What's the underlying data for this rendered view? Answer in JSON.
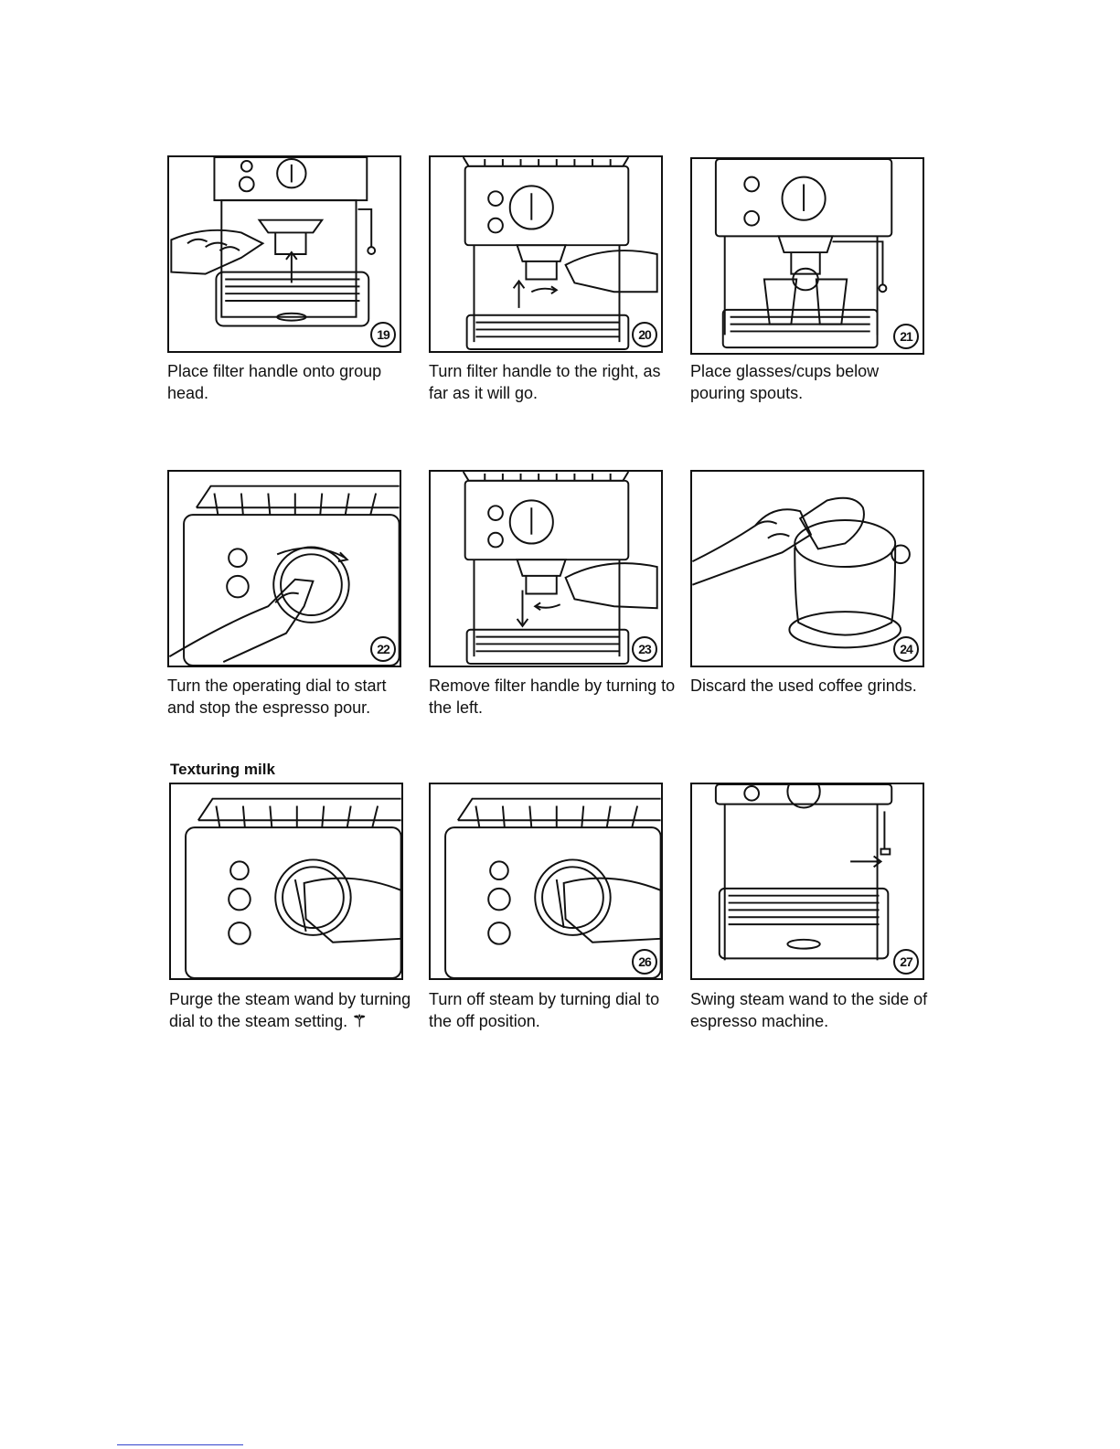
{
  "section_heading": "Texturing milk",
  "steps": [
    {
      "number": "19",
      "caption": "Place filter handle onto group head.",
      "illustration": "filter-handle-onto-group-head-illustration"
    },
    {
      "number": "20",
      "caption": "Turn filter handle to the right, as far as it will go.",
      "illustration": "turn-filter-handle-right-illustration"
    },
    {
      "number": "21",
      "caption": "Place glasses/cups below pouring spouts.",
      "illustration": "cups-below-spouts-illustration"
    },
    {
      "number": "22",
      "caption": "Turn the operating dial to start and stop the espresso pour.",
      "illustration": "operating-dial-illustration"
    },
    {
      "number": "23",
      "caption": "Remove filter handle by turning to the left.",
      "illustration": "remove-filter-handle-illustration"
    },
    {
      "number": "24",
      "caption": "Discard the used coffee grinds.",
      "illustration": "discard-grinds-illustration"
    },
    {
      "number": "",
      "caption": "Purge the steam wand by turning dial to the steam setting.",
      "illustration": "purge-steam-wand-illustration"
    },
    {
      "number": "26",
      "caption": "Turn off steam by turning dial to the off position.",
      "illustration": "turn-off-steam-illustration"
    },
    {
      "number": "27",
      "caption": "Swing steam wand to the side of espresso machine.",
      "illustration": "swing-steam-wand-illustration"
    }
  ],
  "icons": {
    "steam": "steam-icon"
  }
}
